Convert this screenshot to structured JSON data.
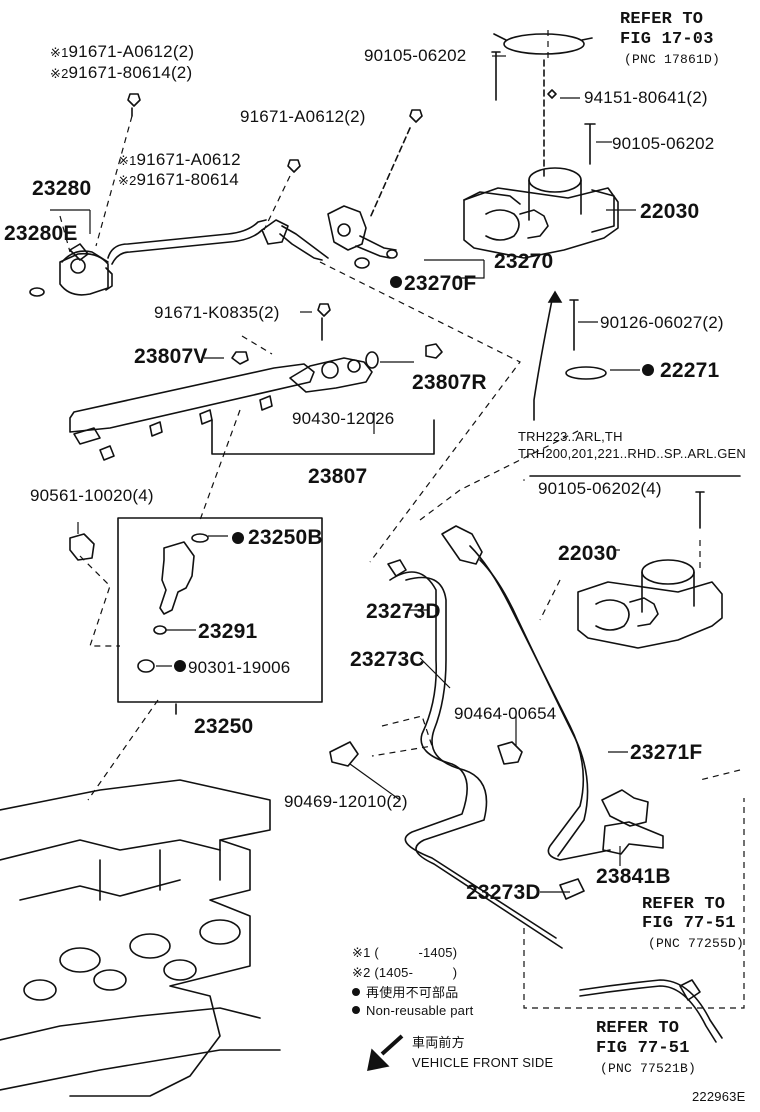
{
  "diagram_code": "222963E",
  "refs": {
    "top": {
      "line1": "REFER TO",
      "line2": "FIG 17-03",
      "pnc": "(PNC 17861D)"
    },
    "mid": {
      "line1": "REFER TO",
      "line2": "FIG 77-51",
      "pnc": "(PNC 77255D)"
    },
    "bottom": {
      "line1": "REFER TO",
      "line2": "FIG 77-51",
      "pnc": "(PNC 77521B)"
    }
  },
  "parts": {
    "p_91671A0612_x2_a": "91671-A0612(2)",
    "p_9167180614_x2": "91671-80614(2)",
    "mark1": "※1",
    "mark2": "※2",
    "p_23280": "23280",
    "p_23280E": "23280E",
    "p_91671A0612_x2_b": "91671-A0612(2)",
    "p_91671A0612": "91671-A0612",
    "p_9167180614": "91671-80614",
    "p_90105_06202_a": "90105-06202",
    "p_94151_80641": "94151-80641(2)",
    "p_90105_06202_b": "90105-06202",
    "p_22030_a": "22030",
    "p_23270": "23270",
    "p_23270F": "23270F",
    "p_90126_06027": "90126-06027(2)",
    "p_22271": "22271",
    "p_91671K0835": "91671-K0835(2)",
    "p_23807V": "23807V",
    "p_23807R": "23807R",
    "p_90430_12026": "90430-12026",
    "p_23807": "23807",
    "p_90561_10020": "90561-10020(4)",
    "p_23250B": "23250B",
    "p_23291": "23291",
    "p_90301_19006": "90301-19006",
    "p_23250": "23250",
    "p_23273D_a": "23273D",
    "p_23273C": "23273C",
    "p_90464_00654": "90464-00654",
    "p_23271F": "23271F",
    "p_90469_12010": "90469-12010(2)",
    "p_23841B": "23841B",
    "p_23273D_b": "23273D",
    "trh_line1": "TRH223..ARL,TH",
    "trh_line2": "TRH200,201,221..RHD..SP..ARL.GEN",
    "p_90105_06202_c": "90105-06202(4)",
    "p_22030_b": "22030"
  },
  "legend": {
    "mark1_text": "※1 (　　　-1405)",
    "mark2_text": "※2 (1405-　　　)",
    "nonreuse_jp": "再使用不可部品",
    "nonreuse_en": "Non-reusable part",
    "front_jp": "車両前方",
    "front_en": "VEHICLE FRONT SIDE"
  }
}
